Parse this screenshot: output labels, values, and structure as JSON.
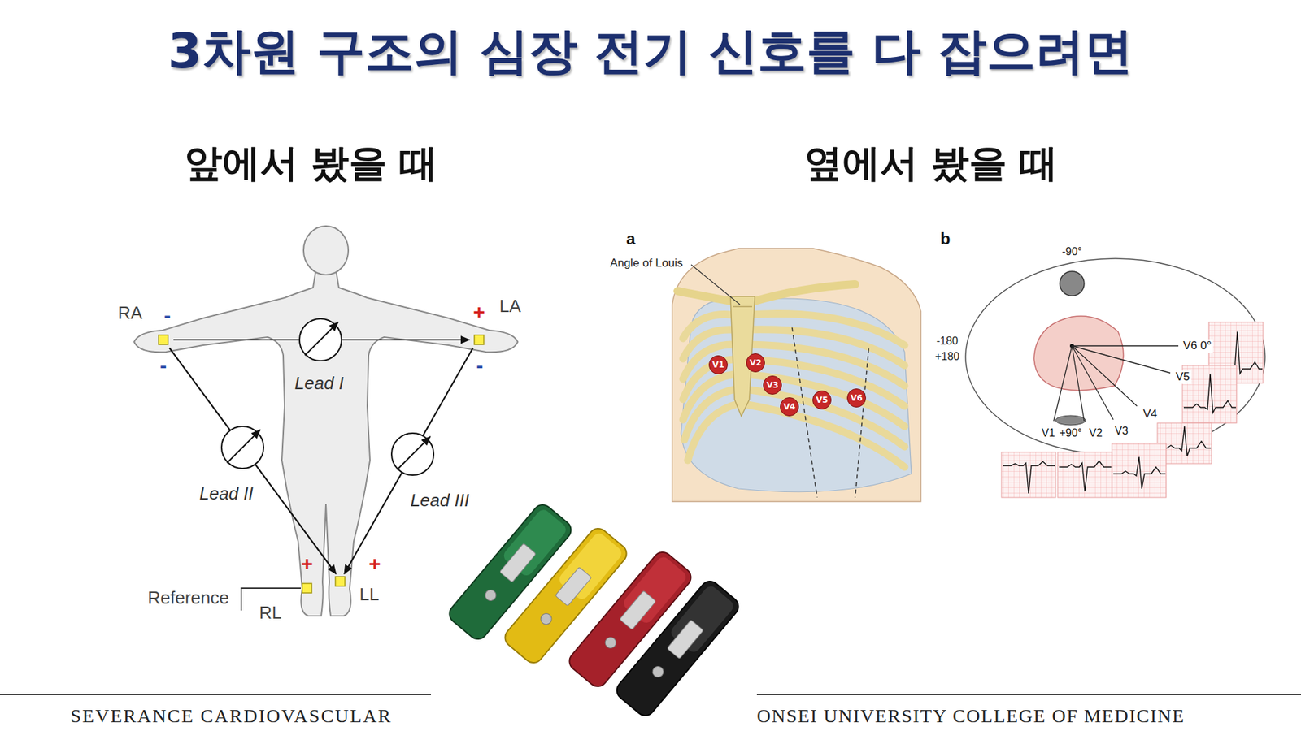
{
  "diagram": {
    "title": "3차원 구조의 심장 전기 신호를 다 잡으려면",
    "nodes": [
      {
        "text": [
          "V1"
        ]
      },
      {
        "text": [
          "V2"
        ]
      },
      {
        "text": [
          "V3"
        ]
      },
      {
        "text": [
          "V4"
        ]
      },
      {
        "text": [
          "V5"
        ]
      },
      {
        "text": [
          "V6"
        ]
      }
    ],
    "labels": [
      "앞에서 봤을 때",
      "옆에서 봤을 때",
      "RA",
      "-",
      "+",
      "LA",
      "-",
      "-",
      "Lead I",
      "Lead II",
      "Lead III",
      "+",
      "+",
      "Reference",
      "RL",
      "LL",
      "a",
      "Angle of Louis",
      "b",
      "-90°",
      "-180",
      "+180",
      "V6 0°",
      "V5",
      "V4",
      "V1",
      "+90°",
      "V2",
      "V3",
      "SEVERANCE CARDIOVASCULAR",
      "ONSEI UNIVERSITY COLLEGE OF MEDICINE"
    ]
  }
}
